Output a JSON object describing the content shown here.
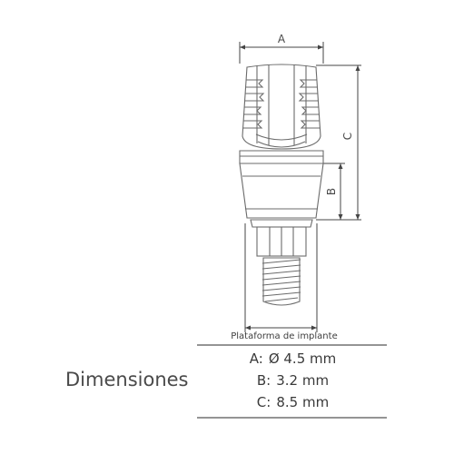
{
  "drawing": {
    "dimension_letters": {
      "a": "A",
      "b": "B",
      "c": "C"
    },
    "platform_label": "Plataforma de implante",
    "line_color": "#6b6b6b",
    "dimension_line_color": "#444444"
  },
  "dimensions_panel": {
    "title": "Dimensiones",
    "rows": [
      {
        "key": "A:",
        "value": "Ø 4.5 mm"
      },
      {
        "key": "B:",
        "value": "3.2 mm"
      },
      {
        "key": "C:",
        "value": "8.5 mm"
      }
    ],
    "rule_color": "#555555"
  }
}
